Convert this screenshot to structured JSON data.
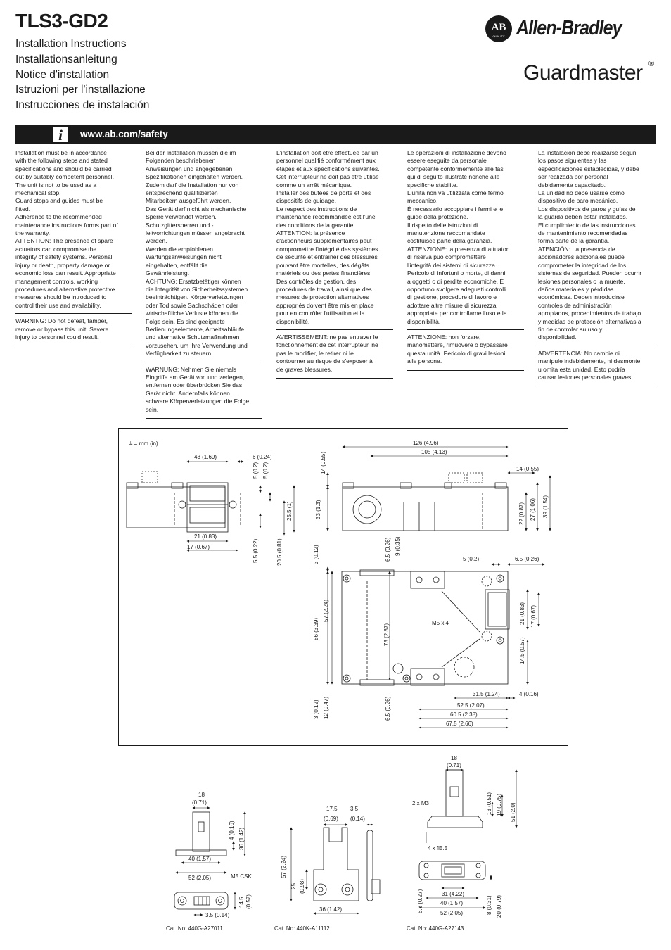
{
  "header": {
    "title": "TLS3-GD2",
    "subtitles": [
      "Installation Instructions",
      "Installationsanleitung",
      "Notice d'installation",
      "Istruzioni per l'installazione",
      "Instrucciones de instalación"
    ],
    "ab_logo_text": "AB",
    "ab_logo_small": "QUALITY",
    "brand": "Allen-Bradley",
    "guardmaster": "Guardmaster",
    "registered_mark": "®"
  },
  "banner": {
    "info_icon": "info-icon",
    "info_glyph": "i",
    "url": "www.ab.com/safety"
  },
  "columns": [
    {
      "lang": "en",
      "body": "Installation must be in accordance\nwith the following steps and stated\nspecifications and should be carried\nout by suitably competent personnel.\nThe unit is not to be used as a\nmechanical stop.\nGuard stops and guides must be\nfitted.\nAdherence to the recommended\nmaintenance instructions forms part of\nthe warranty.\nATTENTION: The presence of spare\nactuators can compromise the\nintegrity of safety systems. Personal\ninjury or death, property damage or\neconomic loss can result. Appropriate\nmanagement controls, working\nprocedures and alternative protective\nmeasures should be introduced to\ncontrol their use and availability.",
      "warning": "WARNING: Do not defeat, tamper,\nremove or bypass this unit. Severe\ninjury to personnel could result."
    },
    {
      "lang": "de",
      "body": "Bei der Installation müssen die im\nFolgenden beschriebenen\nAnweisungen und angegebenen\nSpezifikationen eingehalten werden.\nZudem darf die Installation nur von\nentsprechend qualifizierten\nMitarbeitern ausgeführt werden.\nDas Gerät darf nicht als mechanische\nSperre verwendet werden.\nSchutzgittersperren und -\nleitvorrichtungen müssen angebracht\nwerden.\nWerden die empfohlenen\nWartungsanweisungen nicht\neingehalten, entfällt die\nGewährleistung.\nACHTUNG: Ersatzbetätiger können\ndie Integrität von Sicherheitssystemen\nbeeinträchtigen. Körperverletzungen\noder Tod sowie Sachschäden oder\nwirtschaftliche Verluste können die\nFolge sein. Es sind geeignete\nBedienungselemente, Arbeitsabläufe\nund alternative Schutzmaßnahmen\nvorzusehen, um ihre Verwendung und\nVerfügbarkeit zu steuern.",
      "warning": "WARNUNG: Nehmen Sie niemals\nEingriffe am Gerät vor, und zerlegen,\nentfernen oder überbrücken Sie das\nGerät nicht. Andernfalls können\nschwere Körperverletzungen die Folge\nsein."
    },
    {
      "lang": "fr",
      "body": "L'installation doit être effectuée par un\npersonnel qualifié conformément aux\nétapes et aux spécifications suivantes.\nCet interrupteur ne doit pas être utilisé\ncomme un arrêt mécanique.\nInstaller des butées de porte et des\ndispositifs de guidage.\nLe respect des instructions de\nmaintenance recommandée est l'une\ndes conditions de la garantie.\nATTENTION: la présence\nd'actionneurs supplémentaires peut\ncompromettre l'intégrité des systèmes\nde sécurité et entraîner des blessures\npouvant être mortelles, des dégâts\nmatériels ou des pertes financières.\nDes contrôles de gestion, des\nprocédures de travail, ainsi que des\nmesures de protection alternatives\nappropriés doivent être mis en place\npour en contrôler l'utilisation et la\ndisponibilité.",
      "warning": "AVERTISSEMENT: ne pas entraver le\nfonctionnement de cet interrupteur, ne\npas le modifier, le retirer ni le\ncontourner au risque de s'exposer à\nde graves blessures."
    },
    {
      "lang": "it",
      "body": "Le operazioni di installazione devono\nessere eseguite da personale\ncompetente conformemente alle fasi\nqui di seguito illustrate nonché alle\nspecifiche stabilite.\nL'unità non va utilizzata come fermo\nmeccanico.\nÈ necessario accoppiare i fermi e le\nguide della protezione.\nIl rispetto delle istruzioni di\nmanutenzione raccomandate\ncostituisce parte della garanzia.\nATTENZIONE: la presenza di attuatori\ndi riserva può compromettere\nl'integrità dei sistemi di sicurezza.\nPericolo di infortuni o morte, di danni\na oggetti o di perdite economiche. È\nopportuno svolgere adeguati controlli\ndi gestione, procedure di lavoro e\nadottare altre misure di sicurezza\nappropriate per controllarne l'uso e la\ndisponibilità.",
      "warning": "ATTENZIONE: non forzare,\nmanomettere, rimuovere o bypassare\nquesta unità. Pericolo di gravi lesioni\nalle persone."
    },
    {
      "lang": "es",
      "body": "La instalación debe realizarse según\nlos pasos siguientes y las\nespecificaciones establecidas, y debe\nser realizada por personal\ndebidamente capacitado.\nLa unidad no debe usarse como\ndispositivo de paro mecánico.\nLos dispositivos de paros y guías de\nla guarda deben estar instalados.\nEl cumplimiento de las instrucciones\nde mantenimiento recomendadas\nforma parte de la garantía.\nATENCIÓN: La presencia de\naccionadores adicionales puede\ncomprometer la integridad de los\nsistemas de seguridad. Pueden ocurrir\nlesiones personales o la muerte,\ndaños materiales y pérdidas\neconómicas. Deben introducirse\ncontroles de administración\napropiados, procedimientos de trabajo\ny medidas de protección alternativas a\nfin de controlar su uso y\ndisponibilidad.",
      "warning": "ADVERTENCIA: No cambie ni\nmanipule indebidamente, ni desmonte\nu omita esta unidad. Esto podría\ncausar lesiones personales graves."
    }
  ],
  "main_drawing": {
    "units_note": "# = mm (in)",
    "dims": {
      "w43": "43 (1.69)",
      "w6": "6 (0.24)",
      "v5a": "5 (0.2)",
      "v5b": "5 (0.2)",
      "v25_5": "25.5 (1)",
      "w21": "21 (0.83)",
      "w17": "17 (0.67)",
      "v5_5": "5.5 (0.22)",
      "v20_5": "20.5 (0.81)",
      "w126": "126 (4.96)",
      "w105": "105 (4.13)",
      "w14": "14 (0.55)",
      "v14": "14 (0.55)",
      "v33": "33 (1.3)",
      "v22": "22 (0.87)",
      "v27": "27 (1.06)",
      "v39": "39 (1.54)",
      "v3a": "3 (0.12)",
      "v6_5a": "6.5 (0.26)",
      "v9": "9 (0.35)",
      "w5": "5 (0.2)",
      "w6_5": "6.5 (0.26)",
      "v57": "57 (2.24)",
      "v86": "86 (3.39)",
      "v73": "73 (2.87)",
      "m5x4": "M5 x 4",
      "v21": "21 (0.83)",
      "v17": "17 (0.67)",
      "v14_5": "14.5 (0.57)",
      "w31_5": "31.5 (1.24)",
      "w4": "4 (0.16)",
      "w52_5": "52.5 (2.07)",
      "w60_5": "60.5 (2.38)",
      "w67_5": "67.5 (2.66)",
      "v3b": "3 (0.12)",
      "v12": "12 (0.47)",
      "v6_5b": "6.5 (0.26)"
    }
  },
  "actuators": [
    {
      "cat": "Cat. No: 440G-A27011",
      "dims": {
        "w18": "18",
        "w18in": "(0.71)",
        "v4": "4 (0.16)",
        "v36": "36 (1.42)",
        "w40": "40 (1.57)",
        "w52": "52 (2.05)",
        "m5csk": "M5 CSK",
        "v14_5": "14.5",
        "v14_5in": "(0.57)",
        "w3_5": "3.5 (0.14)"
      }
    },
    {
      "cat": "Cat. No: 440K-A11112",
      "dims": {
        "w17_5": "17.5",
        "w17_5in": "(0.69)",
        "w3_5": "3.5",
        "w3_5in": "(0.14)",
        "v57": "57 (2.24)",
        "v25": "25",
        "v25in": "(0.98)",
        "w36": "36 (1.42)"
      }
    },
    {
      "cat": "Cat. No: 440G-A27143",
      "dims": {
        "w18": "18",
        "w18in": "(0.71)",
        "m3": "2 x M3",
        "v13": "13 (0.51)",
        "v19": "19 (0.75)",
        "v51": "51 (2.0)",
        "fl": "4 x fl5.5",
        "w31": "31 (4.22)",
        "w40": "40 (1.57)",
        "w52": "52 (2.05)",
        "v6_8": "6.8 (0.27)",
        "v8": "8 (0.31)",
        "v20": "20 (0.79)"
      }
    }
  ]
}
